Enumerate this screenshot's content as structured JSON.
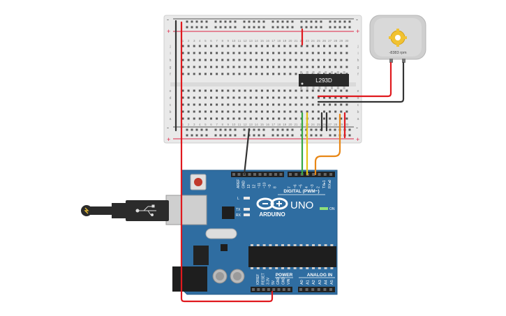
{
  "breadboard": {
    "rows_top": [
      "j",
      "i",
      "h",
      "g",
      "f"
    ],
    "rows_bottom": [
      "e",
      "d",
      "c",
      "b",
      "a"
    ],
    "column_labels": [
      "1",
      "2",
      "3",
      "4",
      "5",
      "6",
      "7",
      "8",
      "9",
      "10",
      "11",
      "12",
      "13",
      "14",
      "15",
      "16",
      "17",
      "18",
      "19",
      "20",
      "21",
      "22",
      "23",
      "24",
      "25",
      "26",
      "27",
      "28",
      "29",
      "30"
    ],
    "plus": "+",
    "minus": "-"
  },
  "chip": {
    "label": "L293D"
  },
  "motor": {
    "rpm_label": "-8383 rpm"
  },
  "arduino": {
    "model": "UNO",
    "brand": "ARDUINO",
    "digital_label": "DIGITAL (PWM~)",
    "power_label": "POWER",
    "analog_label": "ANALOG IN",
    "on_label": "ON",
    "led_labels": [
      "L",
      "TX",
      "RX"
    ],
    "digital_pins": [
      "AREF",
      "GND",
      "13",
      "12",
      "~11",
      "~10",
      "~9",
      "8",
      "7",
      "~6",
      "~5",
      "4",
      "~3",
      "2",
      "TX▸1",
      "RX◂0"
    ],
    "power_pins": [
      "IOREF",
      "RESET",
      "3.3V",
      "5V",
      "GND",
      "GND",
      "VIN"
    ],
    "analog_pins": [
      "A0",
      "A1",
      "A2",
      "A3",
      "A4",
      "A5"
    ]
  },
  "colors": {
    "board_blue": "#2f6da1",
    "wire_red": "#e0191e",
    "wire_black": "#333333",
    "wire_green": "#35a843",
    "wire_yellow": "#e4c414",
    "wire_orange": "#e88716",
    "breadboard": "#e9e9e9"
  }
}
